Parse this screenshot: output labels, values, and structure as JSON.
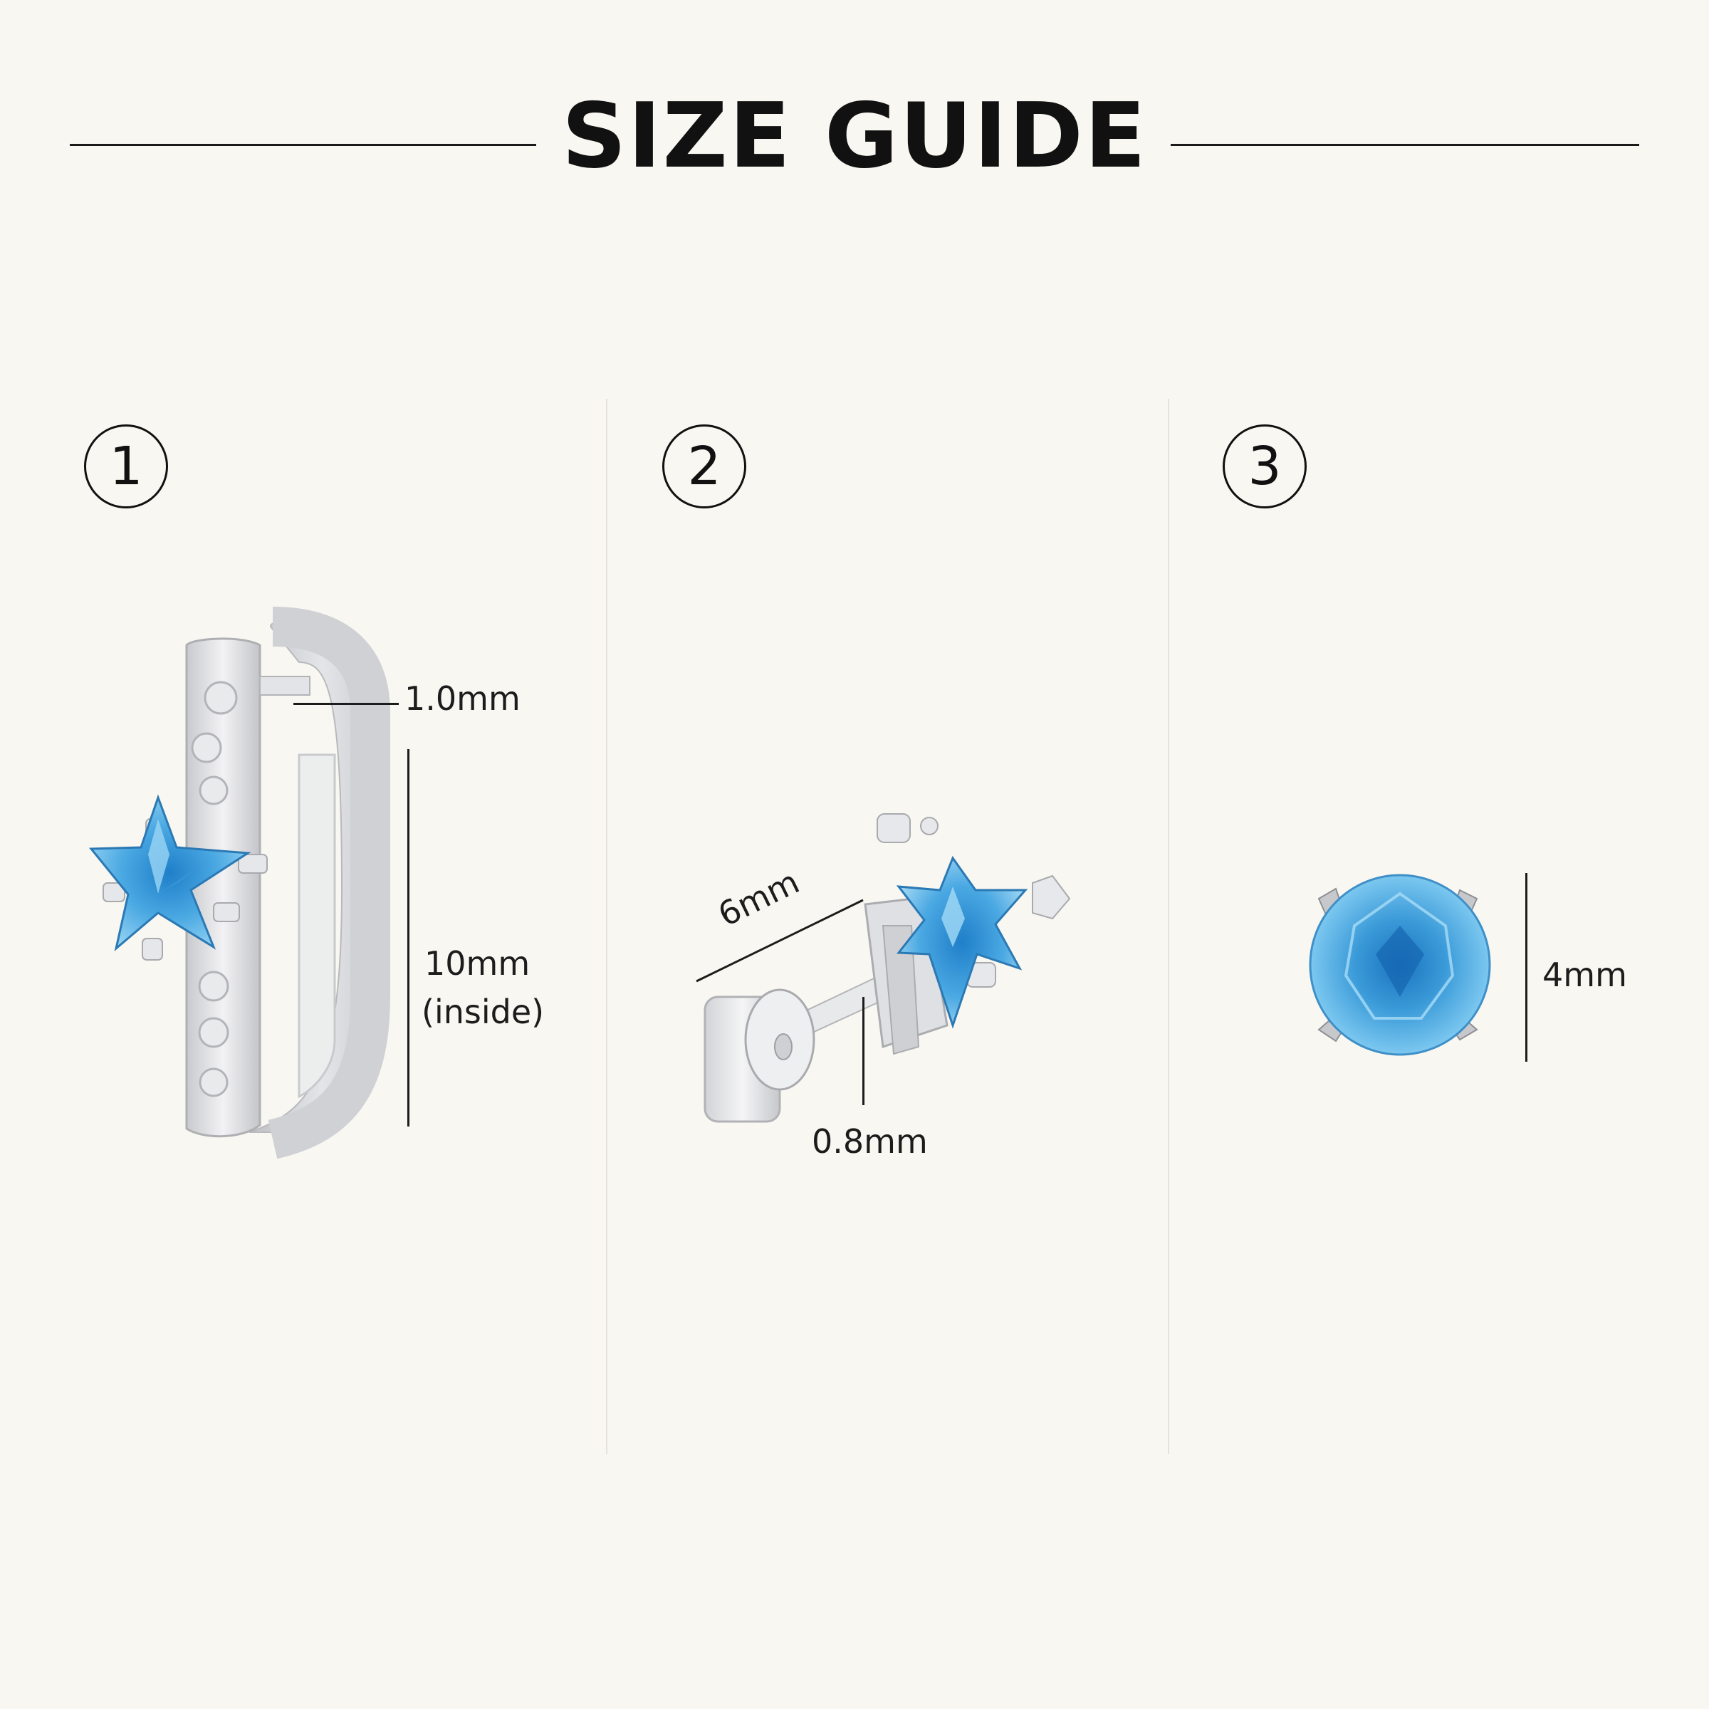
{
  "header": {
    "title": "SIZE GUIDE"
  },
  "panels": [
    {
      "number": "1",
      "labels": {
        "wire": "1.0mm",
        "inner_diameter": "10mm",
        "inner_note": "(inside)"
      }
    },
    {
      "number": "2",
      "labels": {
        "length": "6mm",
        "post": "0.8mm"
      }
    },
    {
      "number": "3",
      "labels": {
        "stone": "4mm"
      }
    }
  ],
  "colors": {
    "background": "#f9f7f1",
    "silver": "#dcdde0",
    "stone_blue": "#59b6e8",
    "text": "#111111"
  }
}
